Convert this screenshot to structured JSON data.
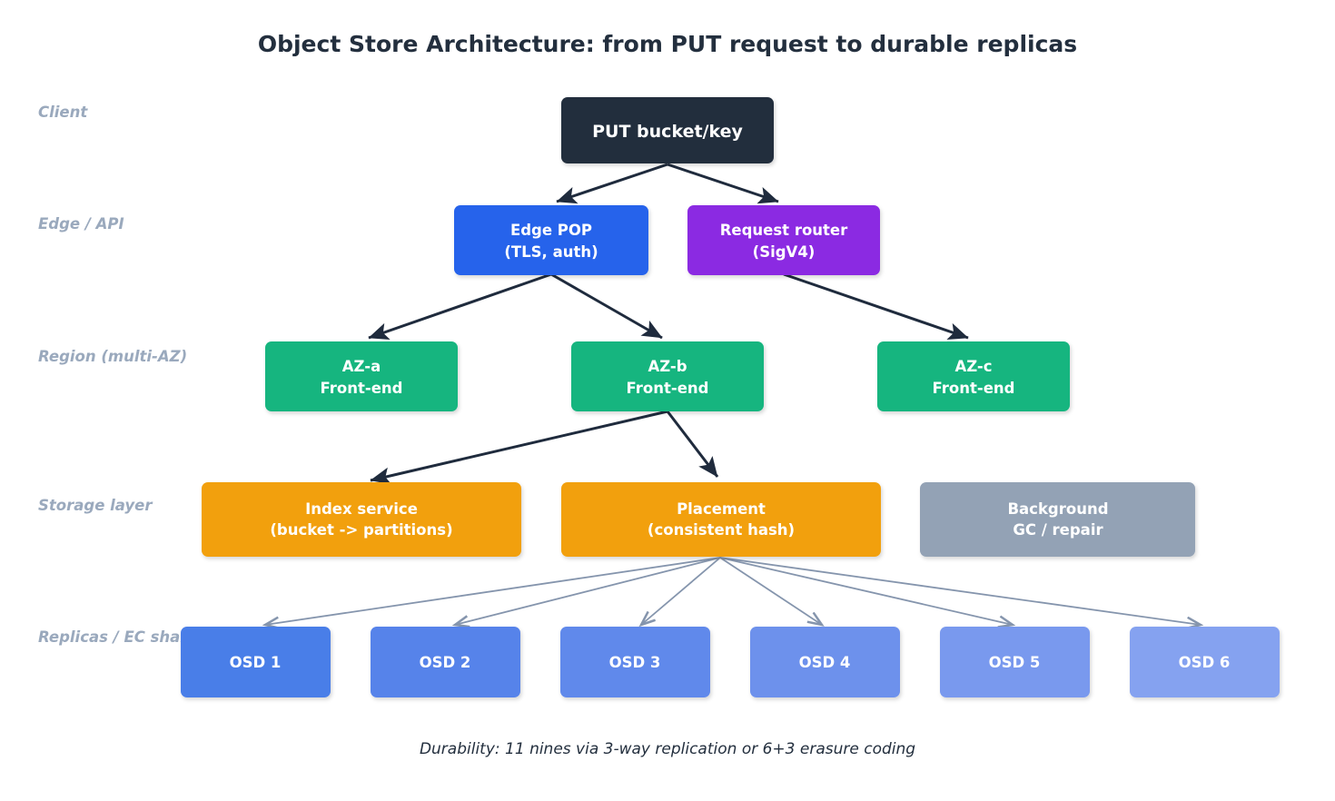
{
  "title": "Object Store Architecture: from PUT request to durable replicas",
  "caption": "Durability: 11 nines via 3-way replication or 6+3 erasure coding",
  "colors": {
    "title_text": "#232f3e",
    "row_label": "#9aa9bd",
    "client_node": "#232f3e",
    "edge_pop": "#2563eb",
    "request_router": "#8b2be2",
    "az_node": "#15b57f",
    "storage_node": "#f2a00c",
    "background_node": "#93a2b5",
    "edge_arrow": "#1f2b3d",
    "fan_arrow": "#8595ad",
    "node_text": "#ffffff",
    "canvas": "#ffffff"
  },
  "rows": [
    {
      "id": "client",
      "label": "Client"
    },
    {
      "id": "edge-api",
      "label": "Edge / API"
    },
    {
      "id": "region",
      "label": "Region (multi-AZ)"
    },
    {
      "id": "storage",
      "label": "Storage layer"
    },
    {
      "id": "replicas",
      "label": "Replicas / EC shards"
    }
  ],
  "nodes": {
    "client": [
      {
        "id": "put",
        "lines": [
          "PUT bucket/key"
        ],
        "color": "#232f3e",
        "big": true
      }
    ],
    "edge_api": [
      {
        "id": "edge-pop",
        "lines": [
          "Edge POP",
          "(TLS, auth)"
        ],
        "color": "#2563eb"
      },
      {
        "id": "request-router",
        "lines": [
          "Request router",
          "(SigV4)"
        ],
        "color": "#8b2be2"
      }
    ],
    "region": [
      {
        "id": "az-a",
        "lines": [
          "AZ-a",
          "Front-end"
        ],
        "color": "#15b57f"
      },
      {
        "id": "az-b",
        "lines": [
          "AZ-b",
          "Front-end"
        ],
        "color": "#15b57f"
      },
      {
        "id": "az-c",
        "lines": [
          "AZ-c",
          "Front-end"
        ],
        "color": "#15b57f"
      }
    ],
    "storage": [
      {
        "id": "index-service",
        "lines": [
          "Index service",
          "(bucket -> partitions)"
        ],
        "color": "#f2a00c"
      },
      {
        "id": "placement",
        "lines": [
          "Placement",
          "(consistent hash)"
        ],
        "color": "#f2a00c"
      },
      {
        "id": "background-gc",
        "lines": [
          "Background",
          "GC / repair"
        ],
        "color": "#93a2b5"
      }
    ],
    "replicas": [
      {
        "id": "osd-1",
        "lines": [
          "OSD 1"
        ],
        "color": "#4a7ee8"
      },
      {
        "id": "osd-2",
        "lines": [
          "OSD 2"
        ],
        "color": "#5683ea"
      },
      {
        "id": "osd-3",
        "lines": [
          "OSD 3"
        ],
        "color": "#6189eb"
      },
      {
        "id": "osd-4",
        "lines": [
          "OSD 4"
        ],
        "color": "#6d91ec"
      },
      {
        "id": "osd-5",
        "lines": [
          "OSD 5"
        ],
        "color": "#7999ee"
      },
      {
        "id": "osd-6",
        "lines": [
          "OSD 6"
        ],
        "color": "#85a2f0"
      }
    ]
  },
  "edges": [
    {
      "from": "put",
      "to": "edge-pop",
      "kind": "main"
    },
    {
      "from": "put",
      "to": "request-router",
      "kind": "main"
    },
    {
      "from": "edge-pop",
      "to": "az-a",
      "kind": "main"
    },
    {
      "from": "edge-pop",
      "to": "az-b",
      "kind": "main"
    },
    {
      "from": "request-router",
      "to": "az-c",
      "kind": "main"
    },
    {
      "from": "az-b",
      "to": "index-service",
      "kind": "main"
    },
    {
      "from": "az-b",
      "to": "placement",
      "kind": "main"
    },
    {
      "from": "placement",
      "to": "osd-1",
      "kind": "fan"
    },
    {
      "from": "placement",
      "to": "osd-2",
      "kind": "fan"
    },
    {
      "from": "placement",
      "to": "osd-3",
      "kind": "fan"
    },
    {
      "from": "placement",
      "to": "osd-4",
      "kind": "fan"
    },
    {
      "from": "placement",
      "to": "osd-5",
      "kind": "fan"
    },
    {
      "from": "placement",
      "to": "osd-6",
      "kind": "fan"
    }
  ]
}
